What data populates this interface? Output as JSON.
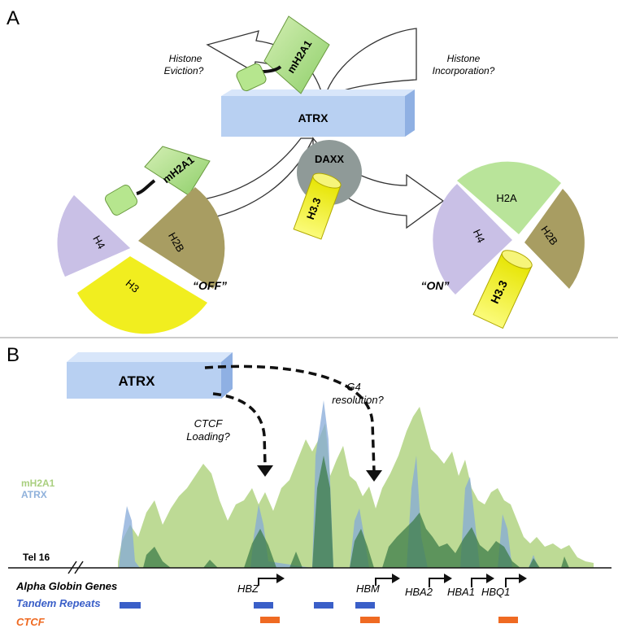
{
  "panelA": {
    "letter": "A",
    "atrx": "ATRX",
    "daxx": "DAXX",
    "mh2a1_top": "mH2A1",
    "mh2a1_left": "mH2A1",
    "histone_eviction": [
      "Histone",
      "Eviction?"
    ],
    "histone_incorporation": [
      "Histone",
      "Incorporation?"
    ],
    "off_nucleosome": {
      "h4": "H4",
      "h2b": "H2B",
      "h3": "H3",
      "state": "“OFF”"
    },
    "on_nucleosome": {
      "h2a": "H2A",
      "h4": "H4",
      "h2b": "H2B",
      "h33": "H3.3",
      "state": "“ON”"
    },
    "h33_daxx": "H3.3"
  },
  "panelB": {
    "letter": "B",
    "atrx": "ATRX",
    "g4": [
      "G4",
      "resolution?"
    ],
    "ctcf_loading": [
      "CTCF",
      "Loading?"
    ],
    "legend": {
      "mh2a1": "mH2A1",
      "atrx": "ATRX"
    },
    "tel": "Tel 16",
    "tracks": {
      "alpha": "Alpha Globin Genes",
      "tandem": "Tandem Repeats",
      "ctcf": "CTCF"
    },
    "genes": [
      "HBZ",
      "HBM",
      "HBA2",
      "HBA1",
      "HBQ1"
    ],
    "colors": {
      "mh2a1": "#a9cf7f",
      "atrx": "#8fb1db",
      "tandem": "#3a5fc8",
      "ctcf": "#ef6a22",
      "atrx_box": "#b7cdef"
    }
  }
}
